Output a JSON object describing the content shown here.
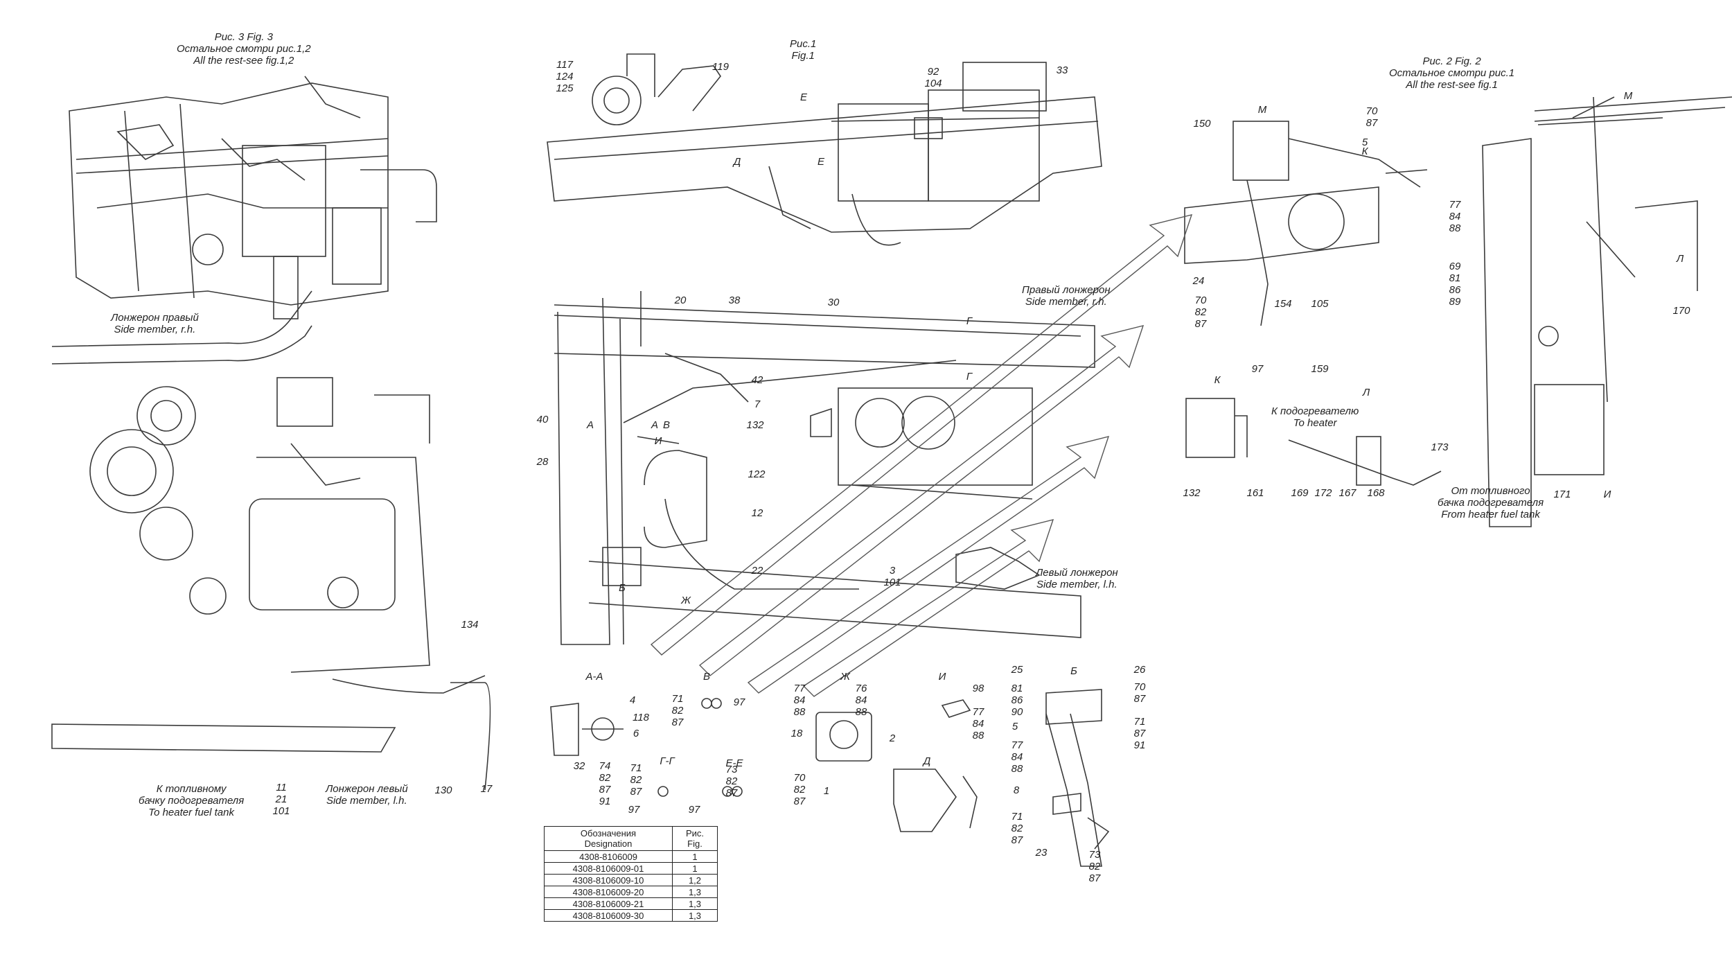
{
  "sheet": {
    "fig3_title": "Рис. 3 Fig. 3\nОстальное смотри рис.1,2\nAll the rest-see fig.1,2",
    "fig1_title": "Рис.1\nFig.1",
    "fig2_title": "Рис. 2 Fig. 2\nОстальное смотри рис.1\nAll the rest-see fig.1",
    "right_member_left": "Лонжерон правый\nSide member, r.h.",
    "right_member_center": "Правый лонжерон\nSide member, r.h.",
    "left_member_center": "Левый лонжерон\nSide member, l.h.",
    "left_member_bottom": "Лонжерон левый\nSide member, l.h.",
    "to_fuel_tank": "К топливному\nбачку подогревателя\nTo heater fuel tank",
    "to_heater": "К подогревателю\nTo heater",
    "from_fuel_tank": "От топливного\nбачка подогревателя\nFrom heater fuel tank"
  },
  "views": [
    "А-А",
    "В",
    "Г-Г",
    "Е-Е",
    "Ж",
    "И",
    "Д",
    "Б",
    "К",
    "Л",
    "М",
    "М",
    "А",
    "А",
    "В",
    "И",
    "Г",
    "Г",
    "Е",
    "Е",
    "Д",
    "Ж",
    "Б",
    "К",
    "Л",
    "И"
  ],
  "callouts": [
    "117\n124\n125",
    "119",
    "92\n104",
    "33",
    "134",
    "11\n21\n101",
    "130",
    "17",
    "20",
    "38",
    "30",
    "40",
    "42",
    "7",
    "132",
    "28",
    "122",
    "12",
    "22",
    "3\n101",
    "150",
    "70\n87",
    "5",
    "24",
    "70\n82\n87",
    "154",
    "105",
    "97",
    "159",
    "77\n84\n88",
    "69\n81\n86\n89",
    "170",
    "171",
    "132",
    "161",
    "169",
    "172",
    "167",
    "168",
    "173",
    "4",
    "118",
    "6",
    "32",
    "74\n82\n87\n91",
    "71\n82\n87",
    "97",
    "71\n82\n87",
    "97",
    "73\n82\n87",
    "97",
    "77\n84\n88",
    "76\n84\n88",
    "18",
    "2",
    "70\n82\n87",
    "1",
    "98",
    "77\n84\n88",
    "25",
    "81\n86\n90",
    "26",
    "70\n87",
    "5",
    "71\n87\n91",
    "77\n84\n88",
    "8",
    "71\n82\n87",
    "23",
    "73\n82\n87"
  ],
  "table": {
    "headers": [
      "Обозначения\nDesignation",
      "Рис.\nFig."
    ],
    "rows": [
      [
        "4308-8106009",
        "1"
      ],
      [
        "4308-8106009-01",
        "1"
      ],
      [
        "4308-8106009-10",
        "1,2"
      ],
      [
        "4308-8106009-20",
        "1,3"
      ],
      [
        "4308-8106009-21",
        "1,3"
      ],
      [
        "4308-8106009-30",
        "1,3"
      ]
    ]
  }
}
